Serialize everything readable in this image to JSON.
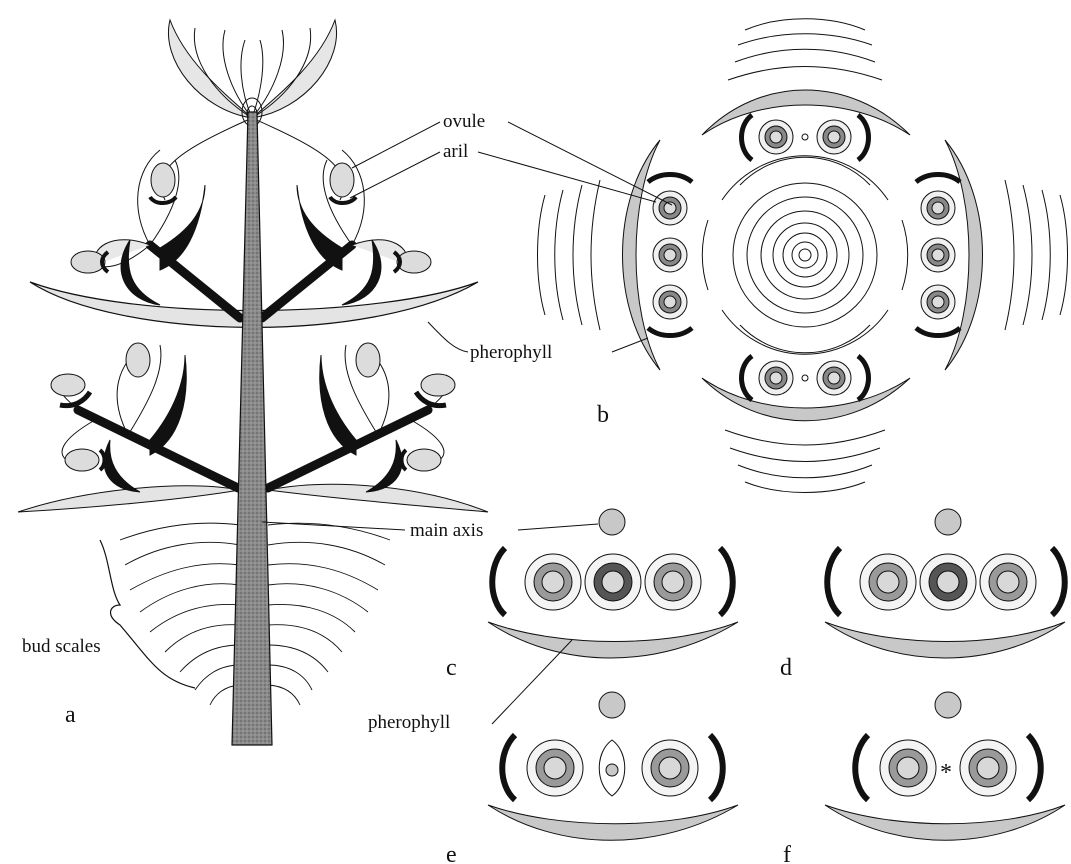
{
  "labels": {
    "ovule": "ovule",
    "aril": "aril",
    "pherophyll_top": "pherophyll",
    "main_axis": "main axis",
    "bud_scales": "bud scales",
    "pherophyll_bottom": "pherophyll"
  },
  "panels": {
    "a": "a",
    "b": "b",
    "c": "c",
    "d": "d",
    "e": "e",
    "f": "f"
  },
  "marker_f": "*",
  "colors": {
    "line": "#111111",
    "fill_light": "#e2e2e2",
    "fill_mid": "#c8c8c8",
    "axis": "#7a7a7a"
  }
}
